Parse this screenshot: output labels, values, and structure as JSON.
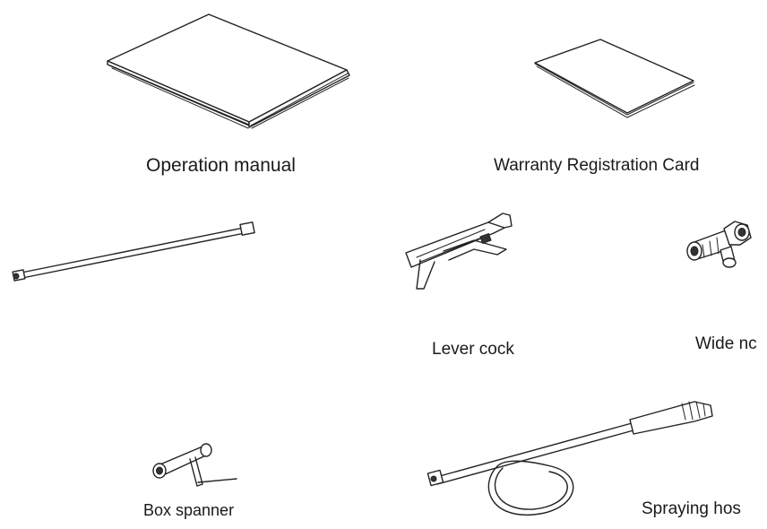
{
  "items": {
    "operation_manual": "Operation manual",
    "warranty_card": "Warranty Registration Card",
    "lever_cock": "Lever cock",
    "wide_nozzle": "Wide nc",
    "box_spanner": "Box spanner",
    "spraying_hose": "Spraying hos"
  },
  "icons": {
    "manual": "booklet-icon",
    "card": "card-icon",
    "lance": "spray-lance-icon",
    "lever": "lever-cock-icon",
    "nozzle": "wide-nozzle-icon",
    "spanner": "box-spanner-icon",
    "hose": "spraying-hose-icon"
  }
}
